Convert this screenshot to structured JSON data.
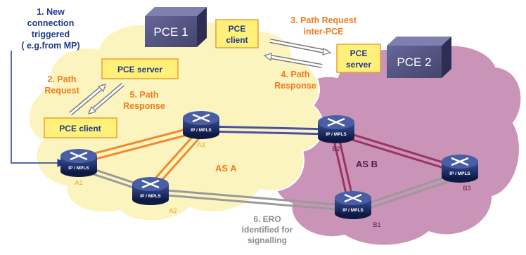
{
  "pce_domains": [
    {
      "label": "PCE 1"
    },
    {
      "label": "PCE 2"
    }
  ],
  "as_labels": {
    "as_a": "AS A",
    "as_b": "AS B"
  },
  "boxes": {
    "pce_server_1": "PCE server",
    "pce_client_1": "PCE client",
    "pce_client_2_line1": "PCE",
    "pce_client_2_line2": "client",
    "pce_server_2_line1": "PCE",
    "pce_server_2_line2": "server"
  },
  "steps": {
    "step1": [
      "1. New",
      "connection",
      "triggered",
      "( e.g.from MP)"
    ],
    "step2": [
      "2. Path",
      "Request"
    ],
    "step3": [
      "3. Path Request",
      "inter-PCE"
    ],
    "step4": [
      "4. Path",
      "Response"
    ],
    "step5": [
      "5. Path",
      "Response"
    ],
    "step6": [
      "6. ERO",
      "Identified for",
      "signalling"
    ]
  },
  "routers": [
    {
      "id": "A1",
      "label": "IP / MPLS"
    },
    {
      "id": "A2",
      "label": "IP / MPLS"
    },
    {
      "id": "A3",
      "label": "IP / MPLS"
    },
    {
      "id": "B1",
      "label": "IP / MPLS"
    },
    {
      "id": "B2",
      "label": "IP / MPLS"
    },
    {
      "id": "B3",
      "label": "IP / MPLS"
    }
  ],
  "colors": {
    "as_a_cloud": "#fbf4bf",
    "as_b_cloud": "#c994b8",
    "pce_cube": "#50507e",
    "box_fill": "#fff07a",
    "box_border": "#e8a030",
    "router": "#1c2f6b",
    "link_orange": "#f08a30",
    "link_blue": "#4a50a8",
    "link_maroon": "#9a3560",
    "link_grey": "#9a9a9a",
    "text_orange": "#f07a1f",
    "text_blue": "#1f3a8a",
    "text_grey": "#8c8c8c"
  }
}
